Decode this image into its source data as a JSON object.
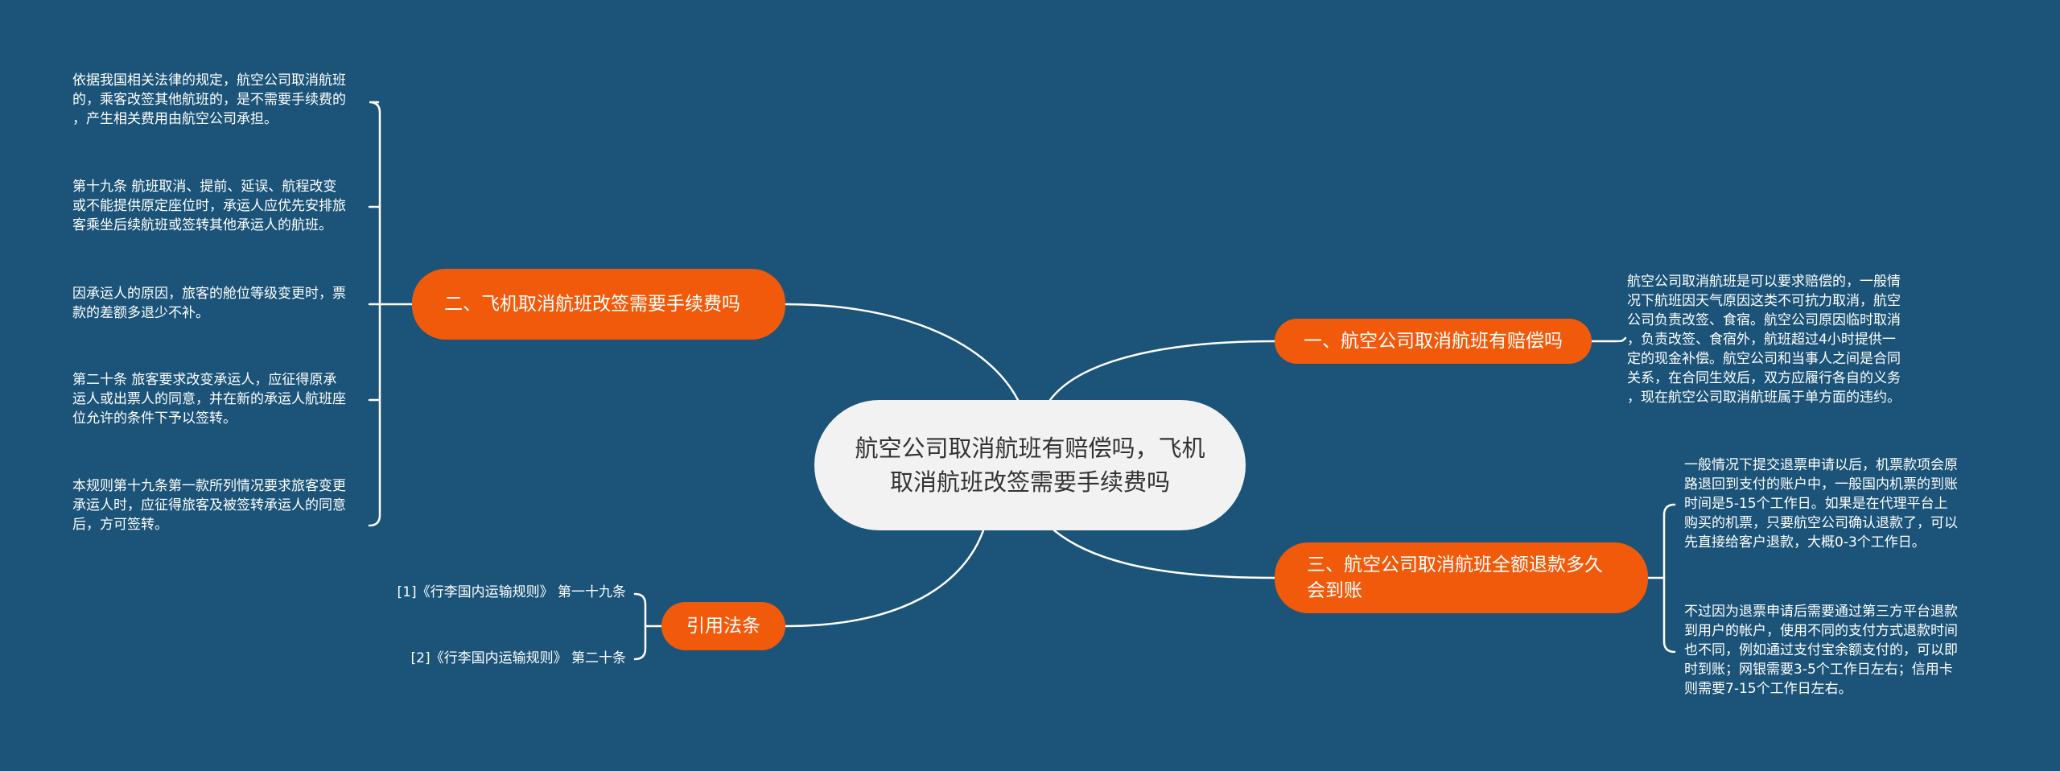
{
  "colors": {
    "background": "#1b5478",
    "root_fill": "#f2f2f2",
    "branch_fill": "#f05a0a",
    "line": "#ffffff"
  },
  "root": {
    "label": "航空公司取消航班有赔偿吗，飞机取消航班改签需要手续费吗"
  },
  "branch_1": {
    "label": "一、航空公司取消航班有赔偿吗",
    "leaves": [
      "航空公司取消航班是可以要求赔偿的，一般情\n况下航班因天气原因这类不可抗力取消，航空\n公司负责改签、食宿。航空公司原因临时取消\n，负责改签、食宿外，航班超过4小时提供一\n定的现金补偿。航空公司和当事人之间是合同\n关系，在合同生效后，双方应履行各自的义务\n，现在航空公司取消航班属于单方面的违约。"
    ]
  },
  "branch_2": {
    "label": "二、飞机取消航班改签需要手续费吗",
    "leaves": [
      "依据我国相关法律的规定，航空公司取消航班\n的，乘客改签其他航班的，是不需要手续费的\n，产生相关费用由航空公司承担。",
      "第十九条 航班取消、提前、延误、航程改变\n或不能提供原定座位时，承运人应优先安排旅\n客乘坐后续航班或签转其他承运人的航班。",
      "因承运人的原因，旅客的舱位等级变更时，票\n款的差额多退少不补。",
      "第二十条 旅客要求改变承运人，应征得原承\n运人或出票人的同意，并在新的承运人航班座\n位允许的条件下予以签转。",
      "本规则第十九条第一款所列情况要求旅客变更\n承运人时，应征得旅客及被签转承运人的同意\n后，方可签转。"
    ]
  },
  "branch_3": {
    "label": "三、航空公司取消航班全额退款多久会到账",
    "leaves": [
      "一般情况下提交退票申请以后，机票款项会原\n路退回到支付的账户中，一般国内机票的到账\n时间是5-15个工作日。如果是在代理平台上\n购买的机票，只要航空公司确认退款了，可以\n先直接给客户退款，大概0-3个工作日。",
      "不过因为退票申请后需要通过第三方平台退款\n到用户的帐户，使用不同的支付方式退款时间\n也不同，例如通过支付宝余额支付的，可以即\n时到账；网银需要3-5个工作日左右；信用卡\n则需要7-15个工作日左右。"
    ]
  },
  "branch_4": {
    "label": "引用法条",
    "leaves": [
      "[1]《行李国内运输规则》 第一十九条",
      "[2]《行李国内运输规则》 第二十条"
    ]
  }
}
